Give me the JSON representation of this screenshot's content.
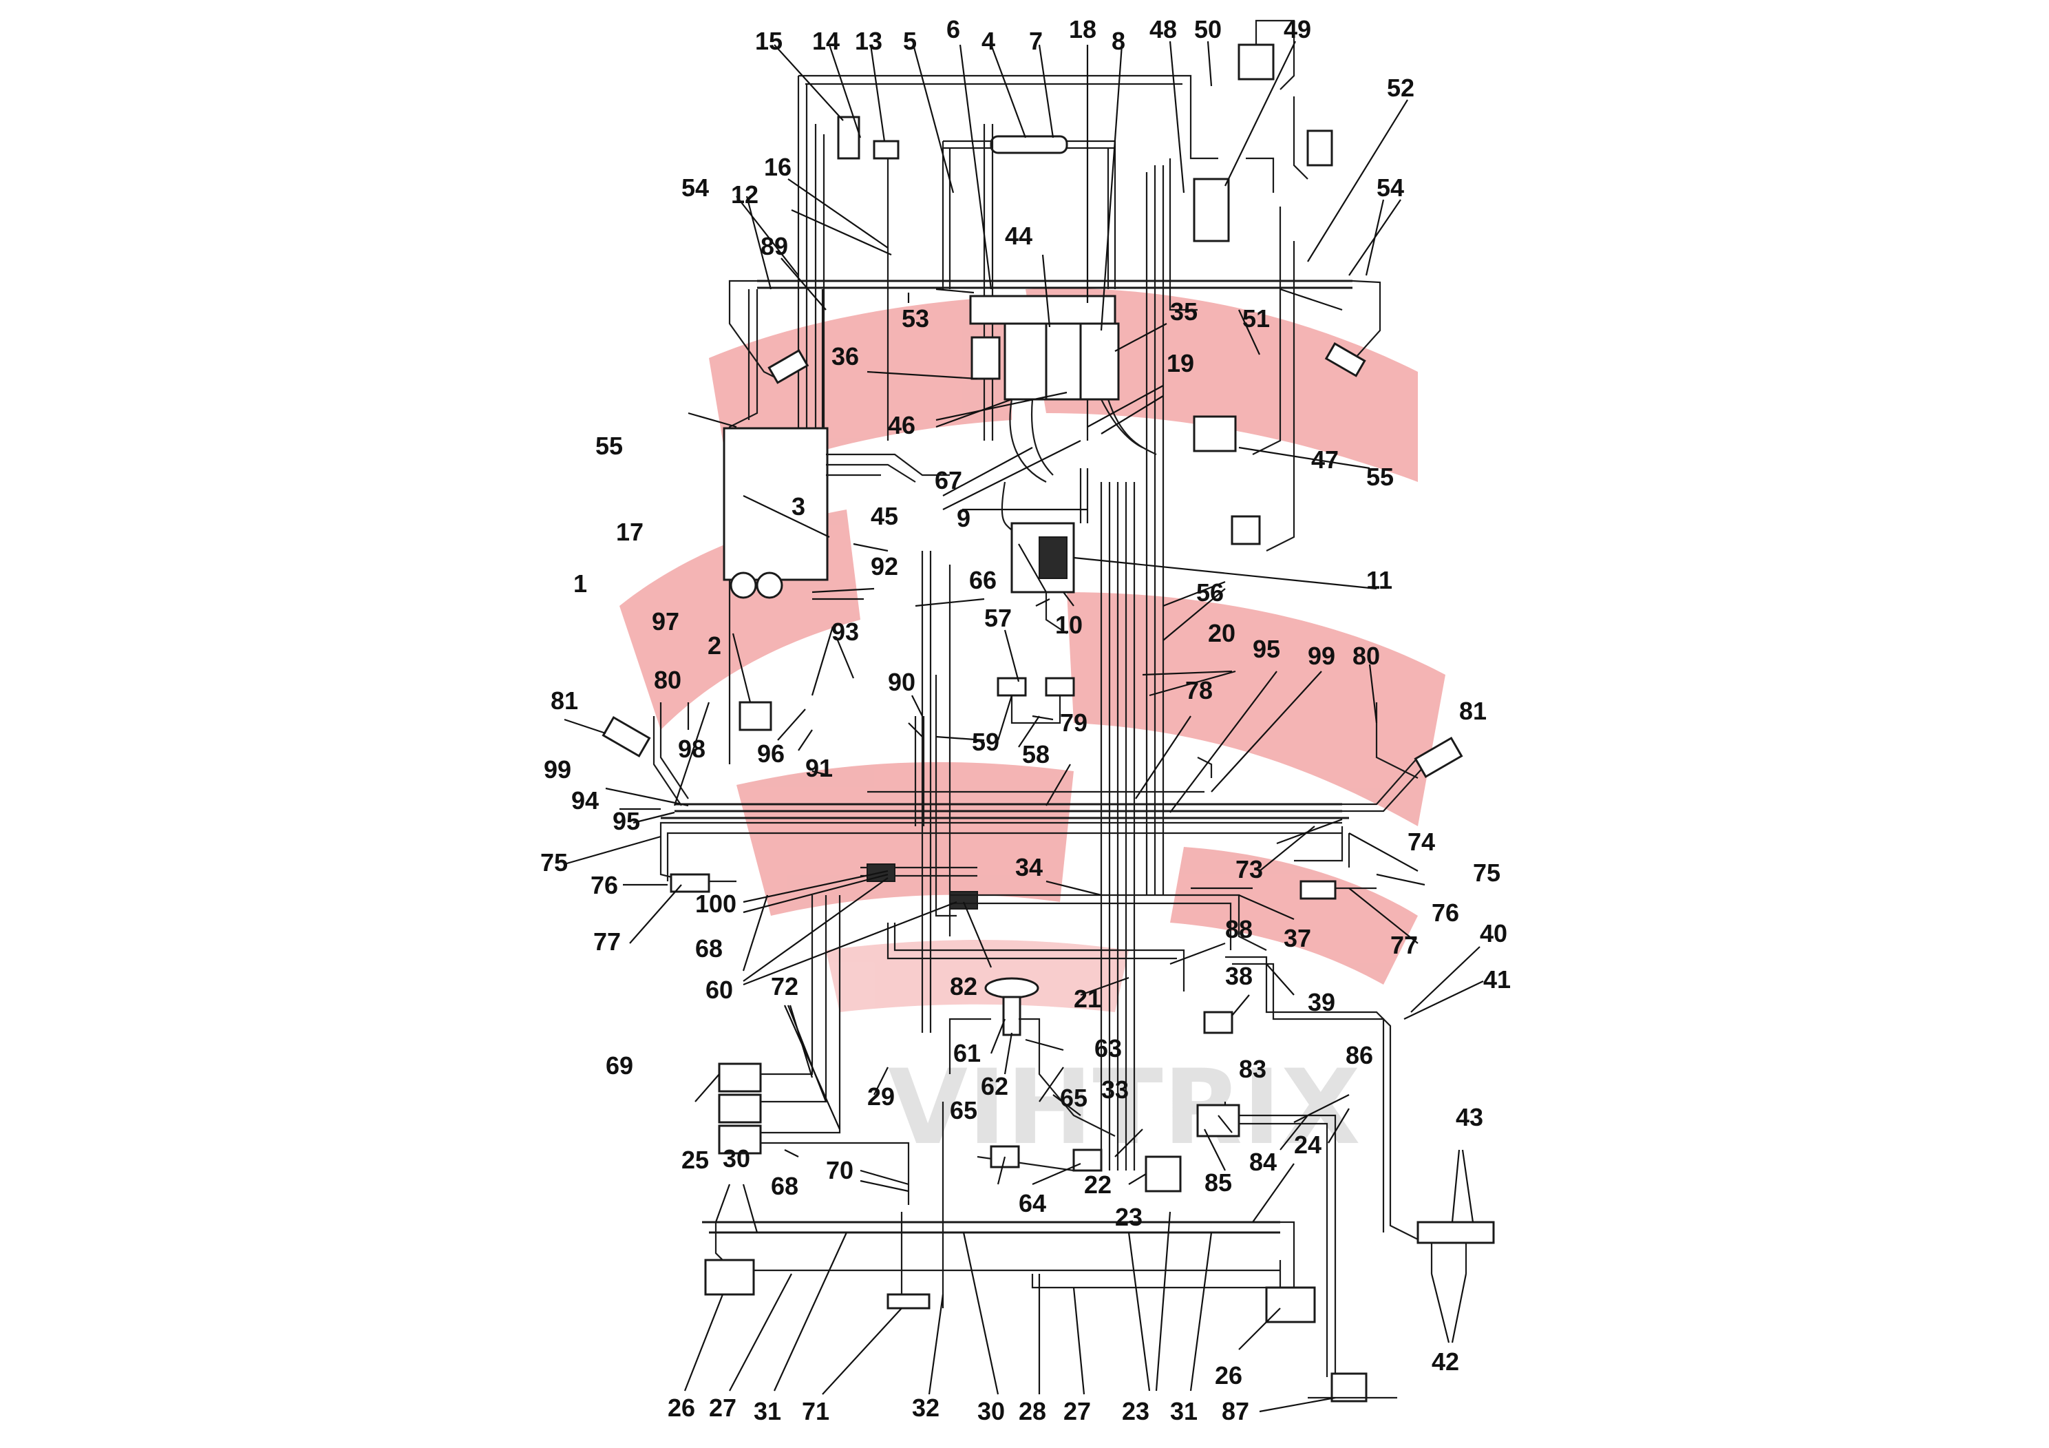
{
  "colors": {
    "line": "#1a1a1a",
    "watermark": "#f2a7a7",
    "background": "#ffffff"
  },
  "watermark": {
    "icon": "logo-watermark-icon",
    "text": "VIHTRIX"
  },
  "labels": {
    "n1": "1",
    "n2": "2",
    "n3": "3",
    "n4": "4",
    "n5": "5",
    "n6": "6",
    "n7": "7",
    "n8": "8",
    "n9": "9",
    "n10": "10",
    "n11": "11",
    "n12": "12",
    "n13": "13",
    "n14": "14",
    "n15": "15",
    "n16": "16",
    "n17": "17",
    "n18": "18",
    "n19": "19",
    "n20": "20",
    "n21": "21",
    "n22": "22",
    "n23a": "23",
    "n23b": "23",
    "n24": "24",
    "n25": "25",
    "n26a": "26",
    "n26b": "26",
    "n27a": "27",
    "n27b": "27",
    "n28": "28",
    "n29": "29",
    "n30a": "30",
    "n30b": "30",
    "n31a": "31",
    "n31b": "31",
    "n32": "32",
    "n33": "33",
    "n34": "34",
    "n35": "35",
    "n36": "36",
    "n37": "37",
    "n38": "38",
    "n39": "39",
    "n40": "40",
    "n41": "41",
    "n42": "42",
    "n43": "43",
    "n44": "44",
    "n45": "45",
    "n46": "46",
    "n47": "47",
    "n48": "48",
    "n49": "49",
    "n50": "50",
    "n51": "51",
    "n52": "52",
    "n53": "53",
    "n54a": "54",
    "n54b": "54",
    "n55a": "55",
    "n55b": "55",
    "n56": "56",
    "n57": "57",
    "n58": "58",
    "n59": "59",
    "n60": "60",
    "n61": "61",
    "n62": "62",
    "n63": "63",
    "n64": "64",
    "n65a": "65",
    "n65b": "65",
    "n66": "66",
    "n67": "67",
    "n68a": "68",
    "n68b": "68",
    "n69": "69",
    "n70": "70",
    "n71": "71",
    "n72": "72",
    "n73": "73",
    "n74": "74",
    "n75a": "75",
    "n75b": "75",
    "n76a": "76",
    "n76b": "76",
    "n77a": "77",
    "n77b": "77",
    "n78": "78",
    "n79": "79",
    "n80a": "80",
    "n80b": "80",
    "n81a": "81",
    "n81b": "81",
    "n82": "82",
    "n83": "83",
    "n84": "84",
    "n85": "85",
    "n86": "86",
    "n87": "87",
    "n88": "88",
    "n89": "89",
    "n90": "90",
    "n91": "91",
    "n92": "92",
    "n93": "93",
    "n94": "94",
    "n95a": "95",
    "n95b": "95",
    "n96": "96",
    "n97": "97",
    "n98": "98",
    "n99a": "99",
    "n99b": "99",
    "n100": "100"
  }
}
